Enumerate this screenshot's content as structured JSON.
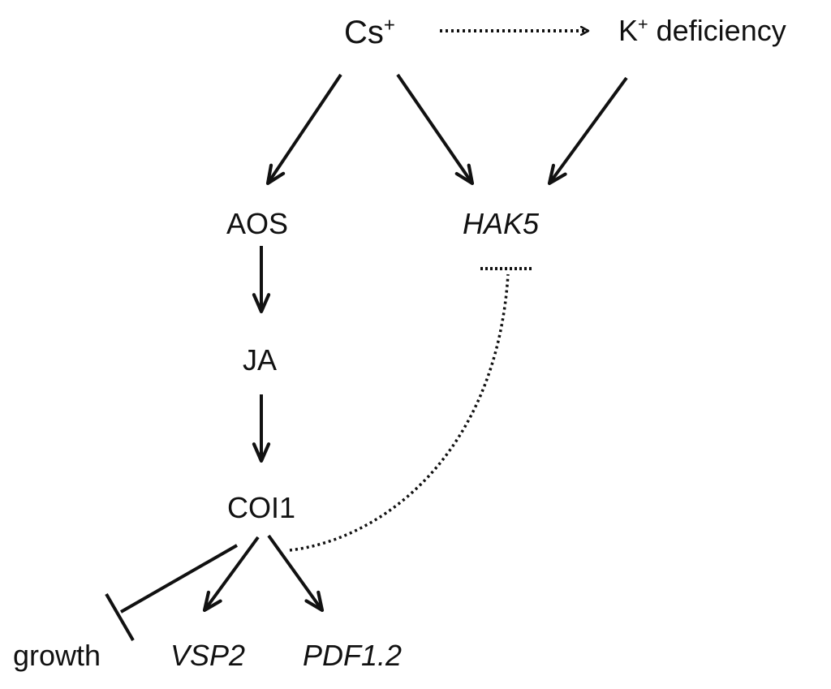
{
  "nodes": {
    "cs": {
      "text": "Cs",
      "sup": "+"
    },
    "kdef": {
      "text": "K",
      "sup": "+",
      "suffix": " deficiency"
    },
    "aos": {
      "text": "AOS"
    },
    "hak5": {
      "text": "HAK5"
    },
    "ja": {
      "text": "JA"
    },
    "coi1": {
      "text": "COI1"
    },
    "growth": {
      "text": "growth"
    },
    "vsp2": {
      "text": "VSP2"
    },
    "pdf12": {
      "text": "PDF1.2"
    }
  },
  "colors": {
    "ink": "#111111",
    "background": "#ffffff"
  }
}
